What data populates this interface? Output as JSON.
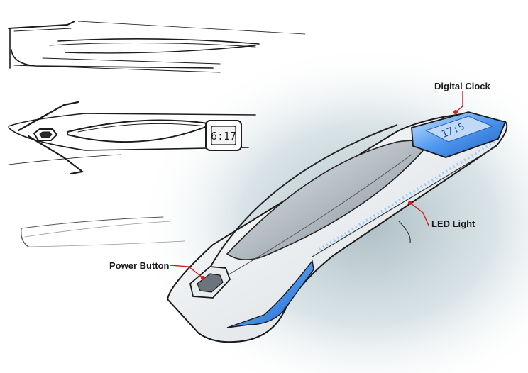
{
  "callouts": {
    "digital_clock": "Digital Clock",
    "led_light": "LED Light",
    "power_button": "Power Button"
  },
  "sketch_display_time": "6:17",
  "render_display_time": "17:5",
  "colors": {
    "accent_red": "#cc1f1f",
    "led_blue": "#3f8ff0",
    "shadow_blue": "#b9cfd6"
  }
}
